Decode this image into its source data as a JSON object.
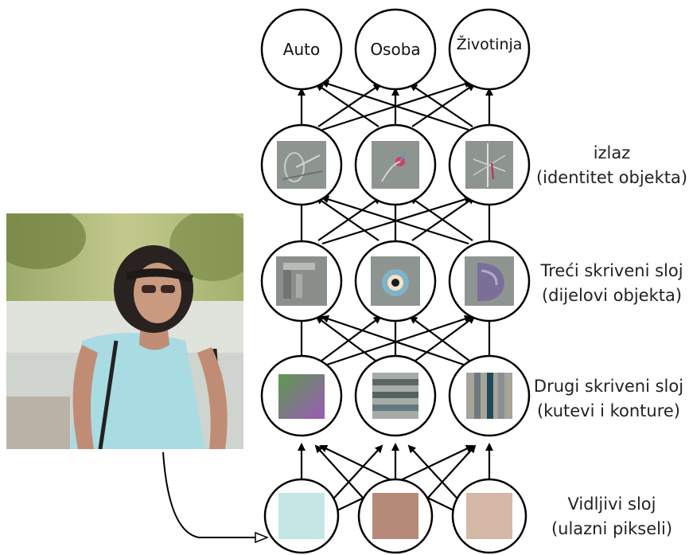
{
  "output_nodes": [
    "Auto",
    "Osoba",
    "Životinja"
  ],
  "layer_labels": [
    {
      "id": "izlaz",
      "line1": "izlaz",
      "line2": "(identitet objekta)"
    },
    {
      "id": "treci",
      "line1": "Treći skriveni sloj",
      "line2": "(dijelovi objekta)"
    },
    {
      "id": "drugi",
      "line1": "Drugi skriveni sloj",
      "line2": "(kutevi i konture)"
    },
    {
      "id": "vidljivi",
      "line1": "Vidljivi sloj",
      "line2": "(ulazni pikseli)"
    }
  ],
  "pixel_colors": [
    "#c4e6e5",
    "#b58a78",
    "#d6b8a6"
  ],
  "colors": {
    "node_stroke": "#000000",
    "arrow": "#000000",
    "feature_bg": "#8e9590"
  }
}
